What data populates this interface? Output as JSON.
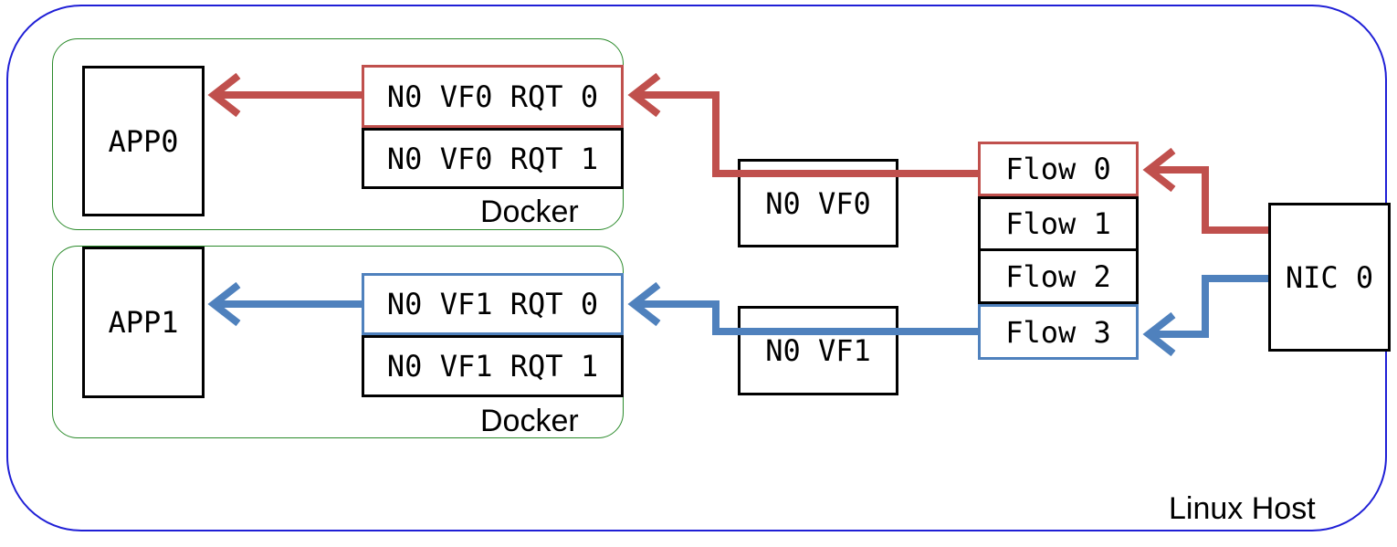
{
  "host": {
    "label": "Linux Host"
  },
  "dockers": [
    {
      "label": "Docker"
    },
    {
      "label": "Docker"
    }
  ],
  "apps": [
    {
      "label": "APP0"
    },
    {
      "label": "APP1"
    }
  ],
  "rx_queues": [
    {
      "label": "N0 VF0 RQT 0",
      "highlight": "#c0504d"
    },
    {
      "label": "N0 VF0 RQT 1"
    },
    {
      "label": "N0 VF1 RQT 0",
      "highlight": "#4f81bd"
    },
    {
      "label": "N0 VF1 RQT 1"
    }
  ],
  "vfs": [
    {
      "label": "N0 VF0"
    },
    {
      "label": "N0 VF1"
    }
  ],
  "flows": [
    {
      "label": "Flow 0",
      "highlight": "#c0504d"
    },
    {
      "label": "Flow 1"
    },
    {
      "label": "Flow 2"
    },
    {
      "label": "Flow 3",
      "highlight": "#4f81bd"
    }
  ],
  "nic": {
    "label": "NIC 0"
  },
  "colors": {
    "red_path": "#c0504d",
    "blue_path": "#4f81bd",
    "host_border": "#1f1fd6",
    "docker_border": "#2a8a2a"
  }
}
